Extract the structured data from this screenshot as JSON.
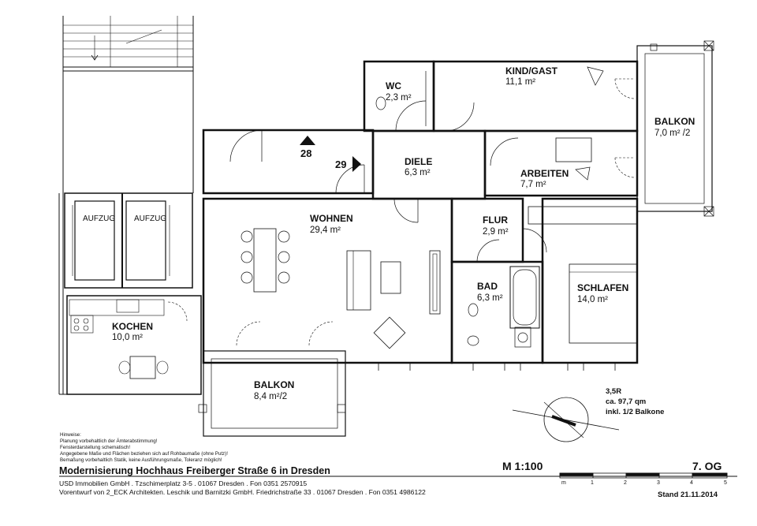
{
  "rooms": {
    "wc": {
      "name": "WC",
      "area": "2,3 m²"
    },
    "kind": {
      "name": "KIND/GAST",
      "area": "11,1 m²"
    },
    "balkon_right": {
      "name": "BALKON",
      "area": "7,0 m² /2"
    },
    "diele": {
      "name": "DIELE",
      "area": "6,3 m²"
    },
    "arbeiten": {
      "name": "ARBEITEN",
      "area": "7,7 m²"
    },
    "wohnen": {
      "name": "WOHNEN",
      "area": "29,4 m²"
    },
    "flur": {
      "name": "FLUR",
      "area": "2,9 m²"
    },
    "bad": {
      "name": "BAD",
      "area": "6,3 m²"
    },
    "schlafen": {
      "name": "SCHLAFEN",
      "area": "14,0 m²"
    },
    "kochen": {
      "name": "KOCHEN",
      "area": "10,0 m²"
    },
    "balkon_bottom": {
      "name": "BALKON",
      "area": "8,4 m²/2"
    },
    "aufzug1": {
      "name": "AUFZUG"
    },
    "aufzug2": {
      "name": "AUFZUG"
    }
  },
  "markers": {
    "m28": "28",
    "m29": "29"
  },
  "summary": {
    "rooms": "3,5R",
    "area": "ca. 97,7 qm",
    "note": "inkl. 1/2 Balkone"
  },
  "notes": [
    "Hinweise:",
    "Planung vorbehaltlich der Ämterabstimmung!",
    "Fensterdarstellung schematisch!",
    "Angegebene Maße und Flächen beziehen sich auf Rohbaumaße (ohne Putz)!",
    "Bemaßung vorbehaltlich Statik, keine Ausführungsmaße, Toleranz möglich!"
  ],
  "title": "Modernisierung Hochhaus Freiberger Straße 6 in Dresden",
  "scale": "M 1:100",
  "floor": "7. OG",
  "owner_line": "USD Immobilien GmbH . Tzschimerplatz 3-5 . 01067 Dresden . Fon 0351 2570915",
  "architect_line": "Vorentwurf von 2_ECK Architekten. Leschik und Barnitzki GmbH. Friedrichstraße 33 . 01067 Dresden . Fon 0351 4986122",
  "scalebar_ticks": [
    "m",
    "1",
    "2",
    "3",
    "4",
    "5"
  ],
  "date": "Stand 21.11.2014"
}
